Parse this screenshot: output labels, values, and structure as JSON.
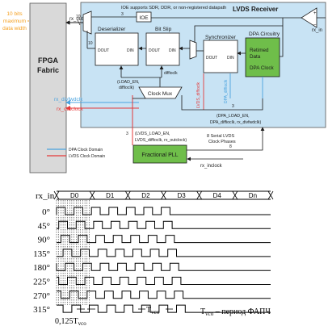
{
  "colors": {
    "panel_fill": "#c8e3f4",
    "block_fill": "#ffffff",
    "green_fill": "#6fbe4a",
    "gray_fill": "#d9d9d9",
    "dpa_color": "#4aa3df",
    "lvds_color": "#e53a3a",
    "orange": "#f5a020",
    "line": "#1a1a1a",
    "wave": "#000000"
  },
  "diagram": {
    "note_left": [
      "10 bits",
      "maximum",
      "data width"
    ],
    "fpga_fabric": [
      "FPGA",
      "Fabric"
    ],
    "rx_out": "rx_out",
    "bus_10_a": "10",
    "bus_10_b": "10",
    "bus_3_ioe": "3",
    "ioe_caption": "IOE supports SDR, DDR, or non-registered datapath",
    "lvds_receiver": "LVDS Receiver",
    "ioe": "IOE",
    "rx_in": "rx_in",
    "plus": "+",
    "minus": "–",
    "deserializer": "Deserializer",
    "bit_slip": "Bit Slip",
    "synchronizer": "Synchronizer",
    "dpa_circuitry": "DPA Circuitry",
    "dout": "DOUT",
    "din": "DIN",
    "retimed_data": [
      "Retimed",
      "Data"
    ],
    "dpa_clock": "DPA Clock",
    "diffioclk": "diffioclk",
    "load_en_label": [
      "(LOAD_EN,",
      "diffioclk)"
    ],
    "lvds_diffioclk": "LVDS_diffioclk",
    "dpa_diffioclk": "DPA_diffioclk",
    "clock_mux": "Clock Mux",
    "bus_3_mux": "3",
    "bus_3_pll": "3",
    "rx_divfwdclk": "rx_divfwdclk",
    "rx_outclock": "rx_outclock",
    "dpa_load_en": [
      "(DPA_LOAD_EN,",
      "DPA_diffioclk, rx_divfwdclk)"
    ],
    "lvds_load_en": [
      "(LVDS_LOAD_EN,",
      "LVDS_diffioclk, rx_outclock)"
    ],
    "serial_lvds": [
      "8 Serial LVDS",
      "Clock Phases"
    ],
    "bus_8": "8",
    "fractional_pll": "Fractional PLL",
    "rx_inclock": "rx_inclock",
    "legend_dpa": "DPA Clock Domain",
    "legend_lvds": "LVDS Clock Domain"
  },
  "timing": {
    "rx_in_label": "rx_in",
    "data_labels": [
      "D0",
      "D1",
      "D2",
      "D3",
      "D4",
      "Dn"
    ],
    "phases": [
      0,
      45,
      90,
      135,
      180,
      225,
      270,
      315
    ],
    "phase_labels": [
      "0°",
      "45°",
      "90°",
      "135°",
      "180°",
      "225°",
      "270°",
      "315°"
    ],
    "periods": 5,
    "step_label": "0,125T",
    "step_sub": "vco",
    "period_label": "T",
    "period_sub": "vco",
    "legend_label": "T",
    "legend_sub": "vco",
    "legend_text": " – период ФАПЧ"
  }
}
